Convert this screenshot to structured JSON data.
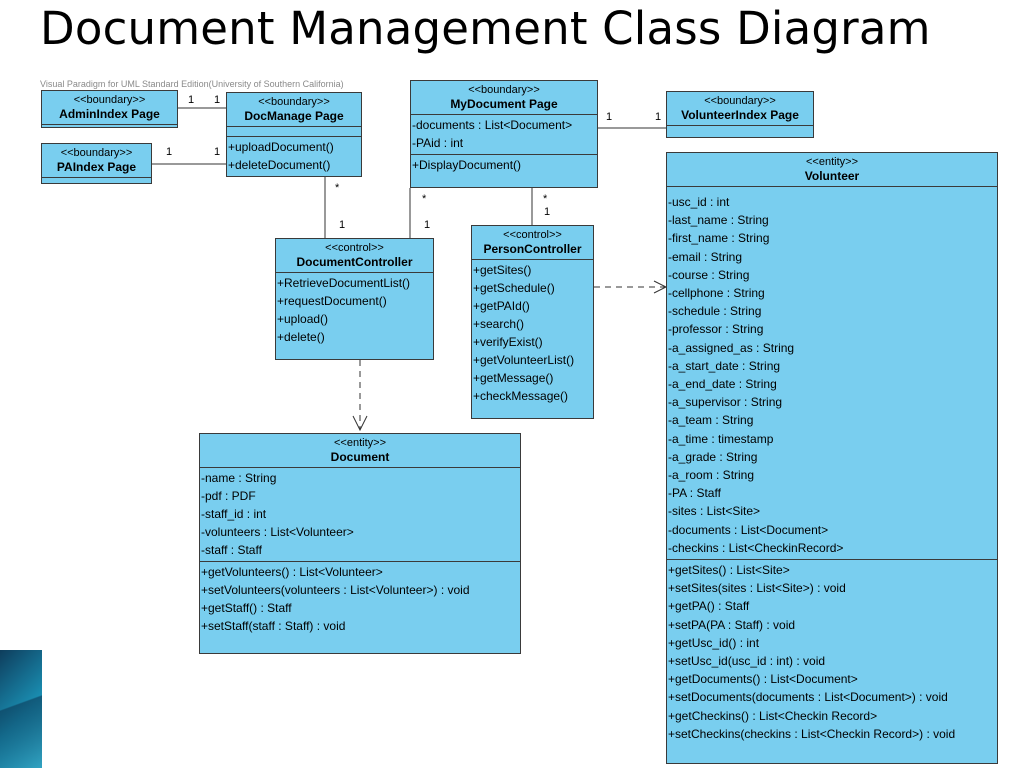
{
  "title": "Document Management Class Diagram",
  "watermark": "Visual Paradigm for UML Standard Edition(University of Southern California)",
  "classes": {
    "admin_index": {
      "stereotype": "<<boundary>>",
      "name": "AdminIndex Page"
    },
    "pa_index": {
      "stereotype": "<<boundary>>",
      "name": "PAIndex Page"
    },
    "doc_manage": {
      "stereotype": "<<boundary>>",
      "name": "DocManage Page",
      "operations": [
        "+uploadDocument()",
        "+deleteDocument()"
      ]
    },
    "my_document": {
      "stereotype": "<<boundary>>",
      "name": "MyDocument Page",
      "attributes": [
        "-documents : List<Document>",
        "-PAid : int"
      ],
      "operations": [
        "+DisplayDocument()"
      ]
    },
    "volunteer_index": {
      "stereotype": "<<boundary>>",
      "name": "VolunteerIndex Page"
    },
    "document_controller": {
      "stereotype": "<<control>>",
      "name": "DocumentController",
      "operations": [
        "+RetrieveDocumentList()",
        "+requestDocument()",
        "+upload()",
        "+delete()"
      ]
    },
    "person_controller": {
      "stereotype": "<<control>>",
      "name": "PersonController",
      "operations": [
        "+getSites()",
        "+getSchedule()",
        "+getPAId()",
        "+search()",
        "+verifyExist()",
        "+getVolunteerList()",
        "+getMessage()",
        "+checkMessage()"
      ]
    },
    "document": {
      "stereotype": "<<entity>>",
      "name": "Document",
      "attributes": [
        "-name : String",
        "-pdf : PDF",
        "-staff_id : int",
        "-volunteers : List<Volunteer>",
        "-staff : Staff"
      ],
      "operations": [
        "+getVolunteers() : List<Volunteer>",
        "+setVolunteers(volunteers : List<Volunteer>) : void",
        "+getStaff() : Staff",
        "+setStaff(staff : Staff) : void"
      ]
    },
    "volunteer": {
      "stereotype": "<<entity>>",
      "name": "Volunteer",
      "attributes": [
        "-usc_id : int",
        "-last_name : String",
        "-first_name : String",
        "-email : String",
        "-course : String",
        "-cellphone : String",
        "-schedule : String",
        "-professor : String",
        "-a_assigned_as : String",
        "-a_start_date : String",
        "-a_end_date : String",
        "-a_supervisor : String",
        "-a_team : String",
        "-a_time : timestamp",
        "-a_grade : String",
        "-a_room : String",
        "-PA : Staff",
        "-sites : List<Site>",
        "-documents : List<Document>",
        "-checkins : List<CheckinRecord>"
      ],
      "operations": [
        "+getSites() : List<Site>",
        "+setSites(sites : List<Site>) : void",
        "+getPA() : Staff",
        "+setPA(PA : Staff) : void",
        "+getUsc_id() : int",
        "+setUsc_id(usc_id : int) : void",
        "+getDocuments() : List<Document>",
        "+setDocuments(documents : List<Document>) : void",
        "+getCheckins() : List<Checkin Record>",
        "+setCheckins(checkins : List<Checkin Record>) : void"
      ]
    }
  },
  "multiplicities": {
    "admin_left": "1",
    "admin_right": "1",
    "pa_left": "1",
    "pa_right": "1",
    "mydoc_left": "1",
    "mydoc_right": "1",
    "docmanage_bottom": "*",
    "dc_top_left": "1",
    "mydoc_bottom": "*",
    "dc_top_right": "1",
    "mydoc_bottom2": "*",
    "pc_top": "1"
  }
}
